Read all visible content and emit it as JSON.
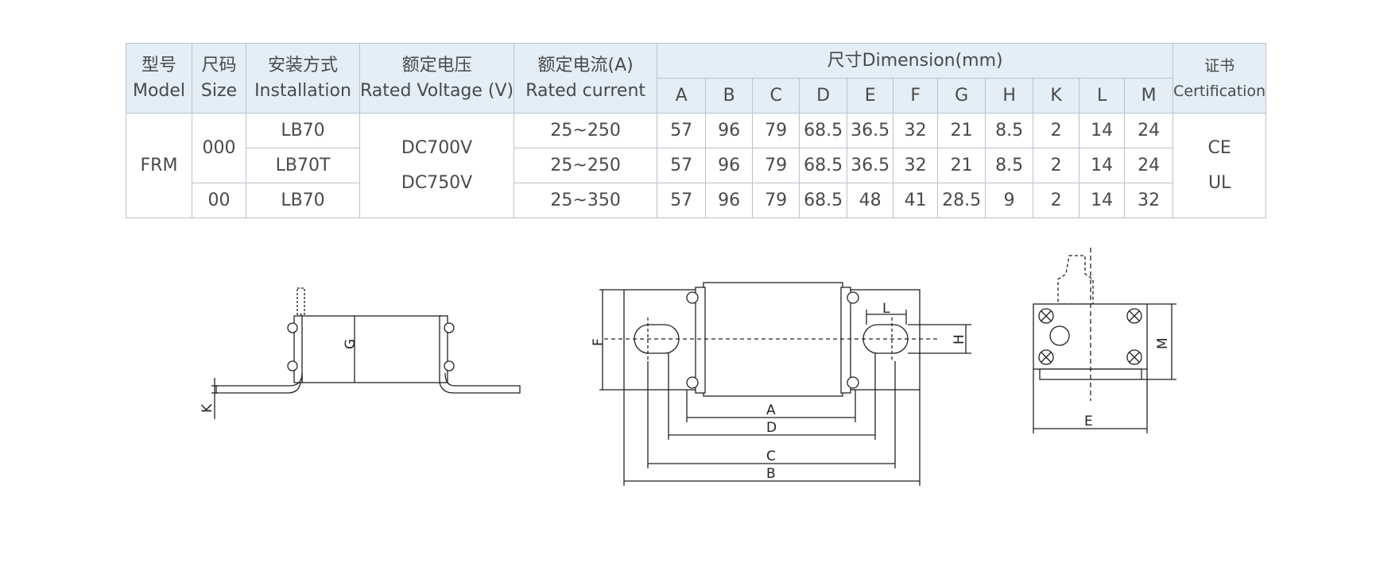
{
  "table": {
    "headers": {
      "model": [
        "型号",
        "Model"
      ],
      "size": [
        "尺码",
        "Size"
      ],
      "installation": [
        "安装方式",
        "Installation"
      ],
      "voltage": [
        "额定电压",
        "Rated Voltage (V)"
      ],
      "current": [
        "额定电流(A)",
        "Rated current"
      ],
      "dimension": "尺寸Dimension(mm)",
      "dims": [
        "A",
        "B",
        "C",
        "D",
        "E",
        "F",
        "G",
        "H",
        "K",
        "L",
        "M"
      ],
      "certification": [
        "证书",
        "Certification"
      ]
    },
    "model": "FRM",
    "sizes": [
      "000",
      "00"
    ],
    "voltages": [
      "DC700V",
      "DC750V"
    ],
    "certs": [
      "CE",
      "UL"
    ],
    "rows": [
      {
        "installation": "LB70",
        "current": "25~250",
        "dims": [
          "57",
          "96",
          "79",
          "68.5",
          "36.5",
          "32",
          "21",
          "8.5",
          "2",
          "14",
          "24"
        ]
      },
      {
        "installation": "LB70T",
        "current": "25~250",
        "dims": [
          "57",
          "96",
          "79",
          "68.5",
          "36.5",
          "32",
          "21",
          "8.5",
          "2",
          "14",
          "24"
        ]
      },
      {
        "installation": "LB70",
        "current": "25~350",
        "dims": [
          "57",
          "96",
          "79",
          "68.5",
          "48",
          "41",
          "28.5",
          "9",
          "2",
          "14",
          "32"
        ]
      }
    ]
  },
  "drawings": {
    "side_labels": [
      "G",
      "K"
    ],
    "top_labels": [
      "F",
      "L",
      "H",
      "A",
      "D",
      "C",
      "B"
    ],
    "end_labels": [
      "M",
      "E"
    ]
  }
}
